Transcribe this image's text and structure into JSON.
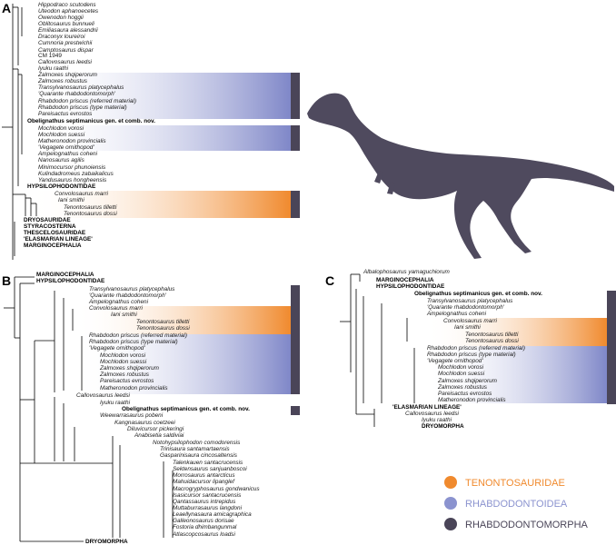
{
  "panels": {
    "A": {
      "label": "A",
      "taxa": [
        {
          "text": "Hippodraco scutodens",
          "style": "italic"
        },
        {
          "text": "Uteodon aphanoecetes",
          "style": "italic"
        },
        {
          "text": "Owenodon hoggii",
          "style": "italic"
        },
        {
          "text": "Oblitosaurus bunnueli",
          "style": "italic"
        },
        {
          "text": "Emiliasaura alessandrii",
          "style": "italic"
        },
        {
          "text": "Draconyx loureiroi",
          "style": "italic"
        },
        {
          "text": "Cumnoria prestwichii",
          "style": "italic"
        },
        {
          "text": "Camptosaurus dispar",
          "style": "italic"
        },
        {
          "text": "CM 1949",
          "style": "normal"
        },
        {
          "text": "Callovosaurus leedsi",
          "style": "italic"
        },
        {
          "text": "Iyuku raathi",
          "style": "italic"
        },
        {
          "text": "Zalmoxes shqiperorum",
          "style": "italic"
        },
        {
          "text": "Zalmoxes robustus",
          "style": "italic"
        },
        {
          "text": "Transylvanosaurus platycephalus",
          "style": "italic"
        },
        {
          "text": "'Quarante rhabdodontomorph'",
          "style": "italic"
        },
        {
          "text": "Rhabdodon priscus (referred material)",
          "style": "italic"
        },
        {
          "text": "Rhabdodon priscus (type material)",
          "style": "italic"
        },
        {
          "text": "Pareisactus evrostos",
          "style": "italic"
        },
        {
          "text": "Obelignathus septimanicus gen. et comb. nov.",
          "style": "bold"
        },
        {
          "text": "Mochlodon vorosi",
          "style": "italic"
        },
        {
          "text": "Mochlodon suessi",
          "style": "italic"
        },
        {
          "text": "Matheronodon provincialis",
          "style": "italic"
        },
        {
          "text": "'Vegagete ornithopod'",
          "style": "italic"
        },
        {
          "text": "Ampelognathus coheni",
          "style": "italic"
        },
        {
          "text": "Nanosaurus agilis",
          "style": "italic"
        },
        {
          "text": "Minimocursor phunoiensis",
          "style": "italic"
        },
        {
          "text": "Kulindadromeus zabaikalicus",
          "style": "italic"
        },
        {
          "text": "Yandusaurus hongheensis",
          "style": "italic"
        },
        {
          "text": "HYPSILOPHODONTIDAE",
          "style": "bold"
        },
        {
          "text": "Convolosaurus marri",
          "style": "italic"
        },
        {
          "text": "Iani smithi",
          "style": "italic"
        },
        {
          "text": "Tenontosaurus tilletti",
          "style": "italic"
        },
        {
          "text": "Tenontosaurus dossi",
          "style": "italic"
        },
        {
          "text": "DRYOSAURIDAE",
          "style": "bold"
        },
        {
          "text": "STYRACOSTERNA",
          "style": "bold"
        },
        {
          "text": "THESCELOSAURIDAE",
          "style": "bold"
        },
        {
          "text": "'ELASMARIAN LINEAGE'",
          "style": "bold"
        },
        {
          "text": "MARGINOCEPHALIA",
          "style": "bold"
        }
      ]
    },
    "B": {
      "label": "B",
      "taxa": [
        {
          "text": "MARGINOCEPHALIA",
          "style": "bold"
        },
        {
          "text": "HYPSILOPHODONTIDAE",
          "style": "bold"
        },
        {
          "text": "Transylvanosaurus platycephalus",
          "style": "italic"
        },
        {
          "text": "'Quarante rhabdodontomorph'",
          "style": "italic"
        },
        {
          "text": "Ampelognathus coheni",
          "style": "italic"
        },
        {
          "text": "Convolosaurus marri",
          "style": "italic"
        },
        {
          "text": "Iani smithi",
          "style": "italic"
        },
        {
          "text": "Tenontosaurus tilletti",
          "style": "italic"
        },
        {
          "text": "Tenontosaurus dossi",
          "style": "italic"
        },
        {
          "text": "Rhabdodon priscus (referred material)",
          "style": "italic"
        },
        {
          "text": "Rhabdodon priscus (type material)",
          "style": "italic"
        },
        {
          "text": "'Vegagete ornithopod'",
          "style": "italic"
        },
        {
          "text": "Mochlodon vorosi",
          "style": "italic"
        },
        {
          "text": "Mochlodon suessi",
          "style": "italic"
        },
        {
          "text": "Zalmoxes shqiperorum",
          "style": "italic"
        },
        {
          "text": "Zalmoxes robustus",
          "style": "italic"
        },
        {
          "text": "Pareisactus evrostos",
          "style": "italic"
        },
        {
          "text": "Matheronodon provincialis",
          "style": "italic"
        },
        {
          "text": "Callovosaurus leedsi",
          "style": "italic"
        },
        {
          "text": "Iyuku raathi",
          "style": "italic"
        },
        {
          "text": "Obelignathus septimanicus gen. et comb. nov.",
          "style": "bold"
        },
        {
          "text": "Weewarrasaurus pobeni",
          "style": "italic"
        },
        {
          "text": "Kangnasaurus coetzeei",
          "style": "italic"
        },
        {
          "text": "Diluvicursor pickeringi",
          "style": "italic"
        },
        {
          "text": "Anabisetia saldiviai",
          "style": "italic"
        },
        {
          "text": "Notohypsilophodon comodorensis",
          "style": "italic"
        },
        {
          "text": "Trinisaura santamartaensis",
          "style": "italic"
        },
        {
          "text": "Gasparinisaura cincosaltensis",
          "style": "italic"
        },
        {
          "text": "Talenkauen santacrucensis",
          "style": "italic"
        },
        {
          "text": "Sektensaurus sanjuanboscoi",
          "style": "italic"
        },
        {
          "text": "Morrosaurus antarcticus",
          "style": "italic"
        },
        {
          "text": "Mahuidacursor lipanglef",
          "style": "italic"
        },
        {
          "text": "Macrogryphosaurus gondwanicus",
          "style": "italic"
        },
        {
          "text": "Isasicursor santacrucensis",
          "style": "italic"
        },
        {
          "text": "Qantassaurus intrepidus",
          "style": "italic"
        },
        {
          "text": "Muttaburrasaurus langdoni",
          "style": "italic"
        },
        {
          "text": "Leaellynasaura amicagraphica",
          "style": "italic"
        },
        {
          "text": "Galleonosaurus dorisae",
          "style": "italic"
        },
        {
          "text": "Fostoria dhimbangunmal",
          "style": "italic"
        },
        {
          "text": "Atlascopcosaurus loadsi",
          "style": "italic"
        },
        {
          "text": "DRYOMORPHA",
          "style": "bold"
        }
      ]
    },
    "C": {
      "label": "C",
      "taxa": [
        {
          "text": "Albalophosaurus yamaguchiorum",
          "style": "italic"
        },
        {
          "text": "MARGINOCEPHALIA",
          "style": "bold"
        },
        {
          "text": "HYPSILOPHODONTIDAE",
          "style": "bold"
        },
        {
          "text": "Obelignathus septimanicus gen. et comb. nov.",
          "style": "bold"
        },
        {
          "text": "Transylvanosaurus platycephalus",
          "style": "italic"
        },
        {
          "text": "'Quarante rhabdodontomorph'",
          "style": "italic"
        },
        {
          "text": "Ampelognathus coheni",
          "style": "italic"
        },
        {
          "text": "Convolosaurus marri",
          "style": "italic"
        },
        {
          "text": "Iani smithi",
          "style": "italic"
        },
        {
          "text": "Tenontosaurus tilletti",
          "style": "italic"
        },
        {
          "text": "Tenontosaurus dossi",
          "style": "italic"
        },
        {
          "text": "Rhabdodon priscus (referred material)",
          "style": "italic"
        },
        {
          "text": "Rhabdodon priscus (type material)",
          "style": "italic"
        },
        {
          "text": "'Vegagete ornithopod'",
          "style": "italic"
        },
        {
          "text": "Mochlodon vorosi",
          "style": "italic"
        },
        {
          "text": "Mochlodon suessi",
          "style": "italic"
        },
        {
          "text": "Zalmoxes shqiperorum",
          "style": "italic"
        },
        {
          "text": "Zalmoxes robustus",
          "style": "italic"
        },
        {
          "text": "Pareisactus evrostos",
          "style": "italic"
        },
        {
          "text": "Matheronodon provincialis",
          "style": "italic"
        },
        {
          "text": "'ELASMARIAN LINEAGE'",
          "style": "bold"
        },
        {
          "text": "Callovosaurus leedsi",
          "style": "italic"
        },
        {
          "text": "Iyuku raathi",
          "style": "italic"
        },
        {
          "text": "DRYOMORPHA",
          "style": "bold"
        }
      ]
    }
  },
  "legend": {
    "items": [
      {
        "label": "TENONTOSAURIDAE",
        "color": "#f08a2e"
      },
      {
        "label": "RHABDODONTOIDEA",
        "color": "#8b93cf"
      },
      {
        "label": "RHABDODONTOMORPHA",
        "color": "#4a4558"
      }
    ]
  },
  "colors": {
    "tenontosauridae": "#f08a2e",
    "rhabdodontoidea": "#8b93cf",
    "rhabdodontomorpha": "#4a4558",
    "silhouette": "#4f4a5e"
  }
}
